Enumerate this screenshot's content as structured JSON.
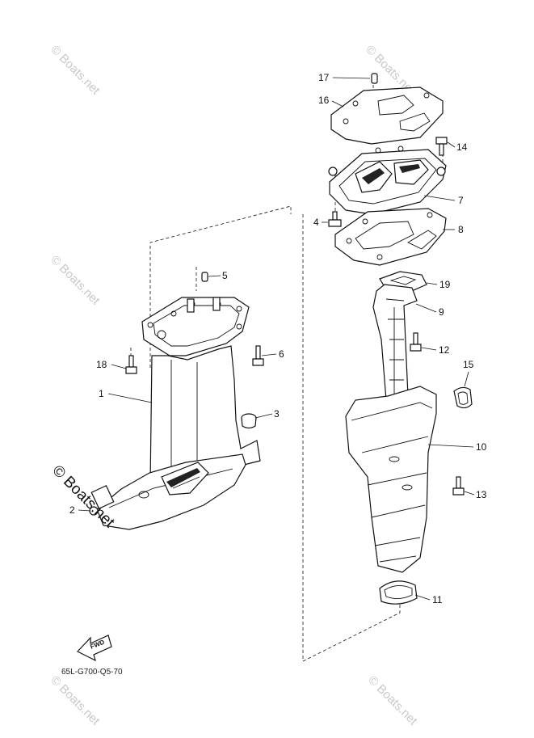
{
  "callouts": [
    "1",
    "2",
    "3",
    "4",
    "5",
    "6",
    "7",
    "8",
    "9",
    "10",
    "11",
    "12",
    "13",
    "14",
    "15",
    "16",
    "17",
    "18",
    "19"
  ],
  "fwd_label": "FWD",
  "diagram_code": "65L-G700-Q5-70",
  "watermark": "© Boats.net",
  "colors": {
    "line": "#111111",
    "background": "#ffffff",
    "watermark": "#c9c9c9"
  }
}
